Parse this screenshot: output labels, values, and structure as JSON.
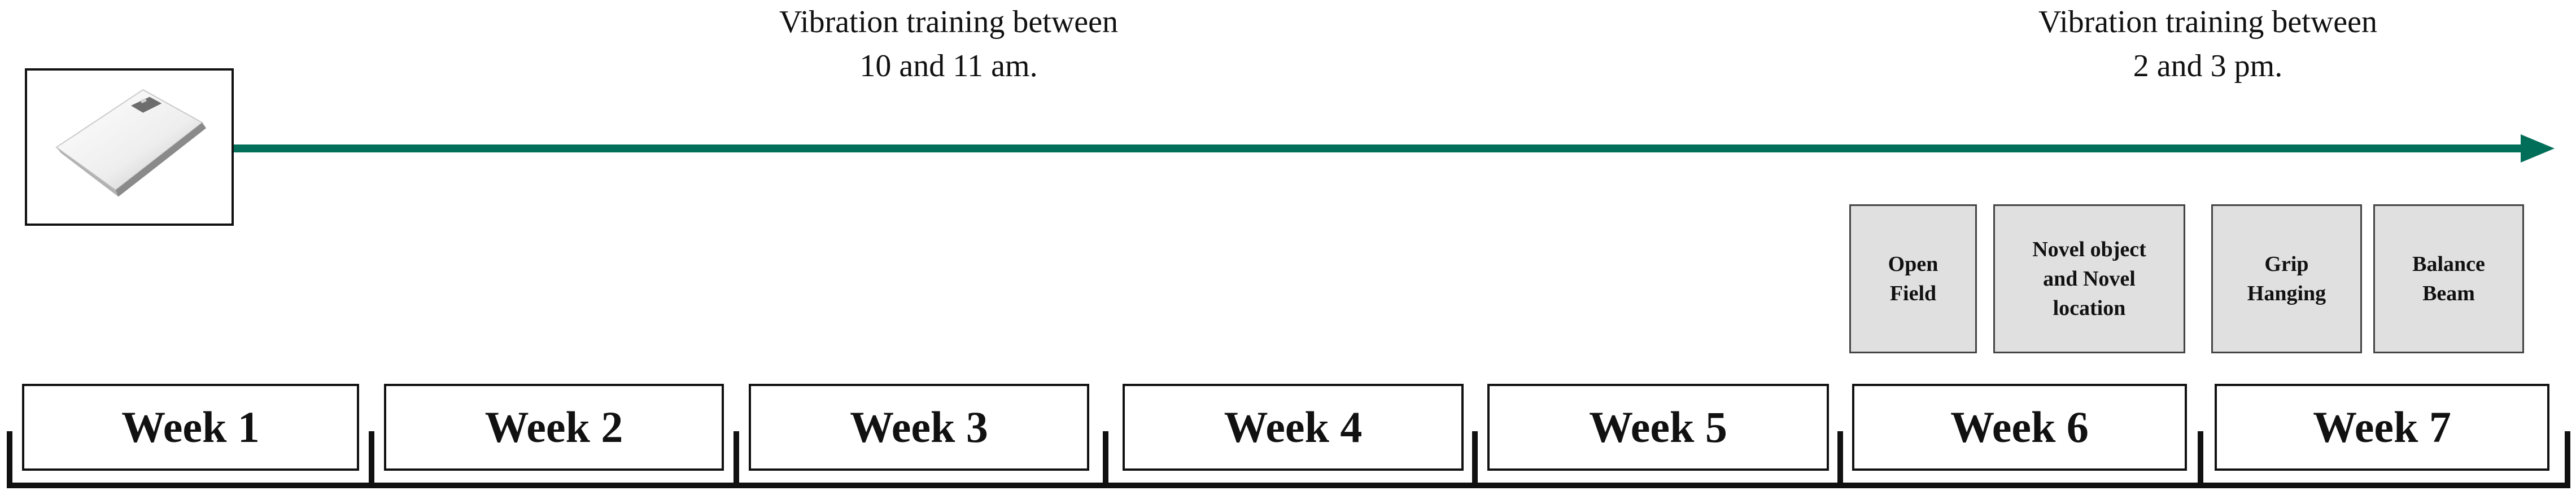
{
  "captions": [
    {
      "line1": "Vibration training between",
      "line2": "10 and 11 am."
    },
    {
      "line1": "Vibration training between",
      "line2": "2 and 3 pm."
    }
  ],
  "icons": {
    "start": "bathroom-scale-icon",
    "arrow": "timeline-arrow"
  },
  "colors": {
    "arrow": "#006E58",
    "test_box_fill": "#E0E0E0"
  },
  "tests": [
    {
      "lines": [
        "Open",
        "Field"
      ]
    },
    {
      "lines": [
        "Novel object",
        "and Novel",
        "location"
      ]
    },
    {
      "lines": [
        "Grip",
        "Hanging"
      ]
    },
    {
      "lines": [
        "Balance",
        "Beam"
      ]
    }
  ],
  "weeks": [
    "Week 1",
    "Week 2",
    "Week 3",
    "Week 4",
    "Week 5",
    "Week 6",
    "Week 7"
  ]
}
